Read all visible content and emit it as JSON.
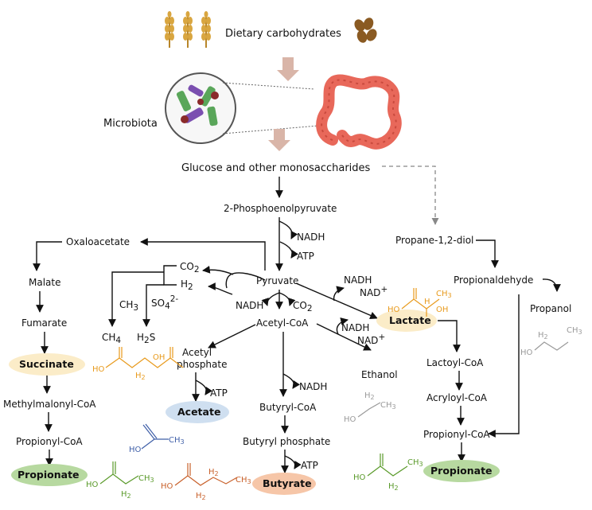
{
  "top": {
    "dietary": "Dietary carbohydrates",
    "microbiota": "Microbiota",
    "glucose": "Glucose and other monosaccharides"
  },
  "nodes": {
    "pep": "2-Phosphoenolpyruvate",
    "pyruvate": "Pyruvate",
    "oxaloacetate": "Oxaloacetate",
    "malate": "Malate",
    "fumarate": "Fumarate",
    "succinate": "Succinate",
    "methylmalonyl": "Methylmalonyl-CoA",
    "propionyl_left": "Propionyl-CoA",
    "propionate_left": "Propionate",
    "acetyl_coa": "Acetyl-CoA",
    "acetyl_phosphate_1": "Acetyl",
    "acetyl_phosphate_2": "phosphate",
    "acetate": "Acetate",
    "butyryl_coa": "Butyryl-CoA",
    "butyryl_phosphate": "Butyryl phosphate",
    "butyrate": "Butyrate",
    "ethanol": "Ethanol",
    "lactate": "Lactate",
    "lactoyl": "Lactoyl-CoA",
    "acryloyl": "Acryloyl-CoA",
    "propionyl_right": "Propionyl-CoA",
    "propionate_right": "Propionate",
    "propanediol": "Propane-1,2-diol",
    "propionaldehyde": "Propionaldehyde",
    "propanol": "Propanol"
  },
  "cofactors": {
    "nadh_pep": "NADH",
    "atp_pep": "ATP",
    "nadh_lactate": "NADH",
    "nad_lactate": "NAD",
    "nadh_pyr": "NADH",
    "co2_pyr": "CO",
    "nadh_eth": "NADH",
    "nad_eth": "NAD",
    "atp_acetate": "ATP",
    "nadh_butyryl": "NADH",
    "atp_butyrate": "ATP",
    "co2_gas": "CO",
    "h2_gas": "H",
    "ch3": "CH",
    "so4": "SO",
    "ch4": "CH",
    "h2s": "H"
  },
  "sub": {
    "two": "2",
    "three": "3",
    "four": "4",
    "plus": "+",
    "twominus": "2-"
  },
  "chem": {
    "succ_ho": "HO",
    "succ_oh": "OH",
    "succ_h2": "H",
    "lac_ho": "HO",
    "lac_oh": "OH",
    "lac_ch3": "CH",
    "lac_h": "H",
    "ace_ho": "HO",
    "ace_ch3": "CH",
    "prop_ho": "HO",
    "prop_h2": "H",
    "prop_ch3": "CH",
    "but_ho": "HO",
    "but_h2a": "H",
    "but_h2b": "H",
    "but_ch3": "CH",
    "eth_ho": "HO",
    "eth_h2": "H",
    "eth_ch3": "CH",
    "propr_ho": "HO",
    "propr_h2": "H",
    "propr_ch3": "CH",
    "pol_ho": "HO",
    "pol_h2": "H",
    "pol_ch3": "CH"
  },
  "colors": {
    "succinate_bg": "#fbecc8",
    "acetate_bg": "#cfdff0",
    "butyrate_bg": "#f6c6a8",
    "lactate_bg": "#fbecc8",
    "propionate_bg": "#b7d9a0",
    "orange_struct": "#e89a1c",
    "blue_struct": "#3f5fa8",
    "green_struct": "#5a9a2a",
    "brown_struct": "#c8602a",
    "gray_struct": "#9a9a9a",
    "big_arrow": "#d9b5a8",
    "colon": "#e8685a"
  }
}
